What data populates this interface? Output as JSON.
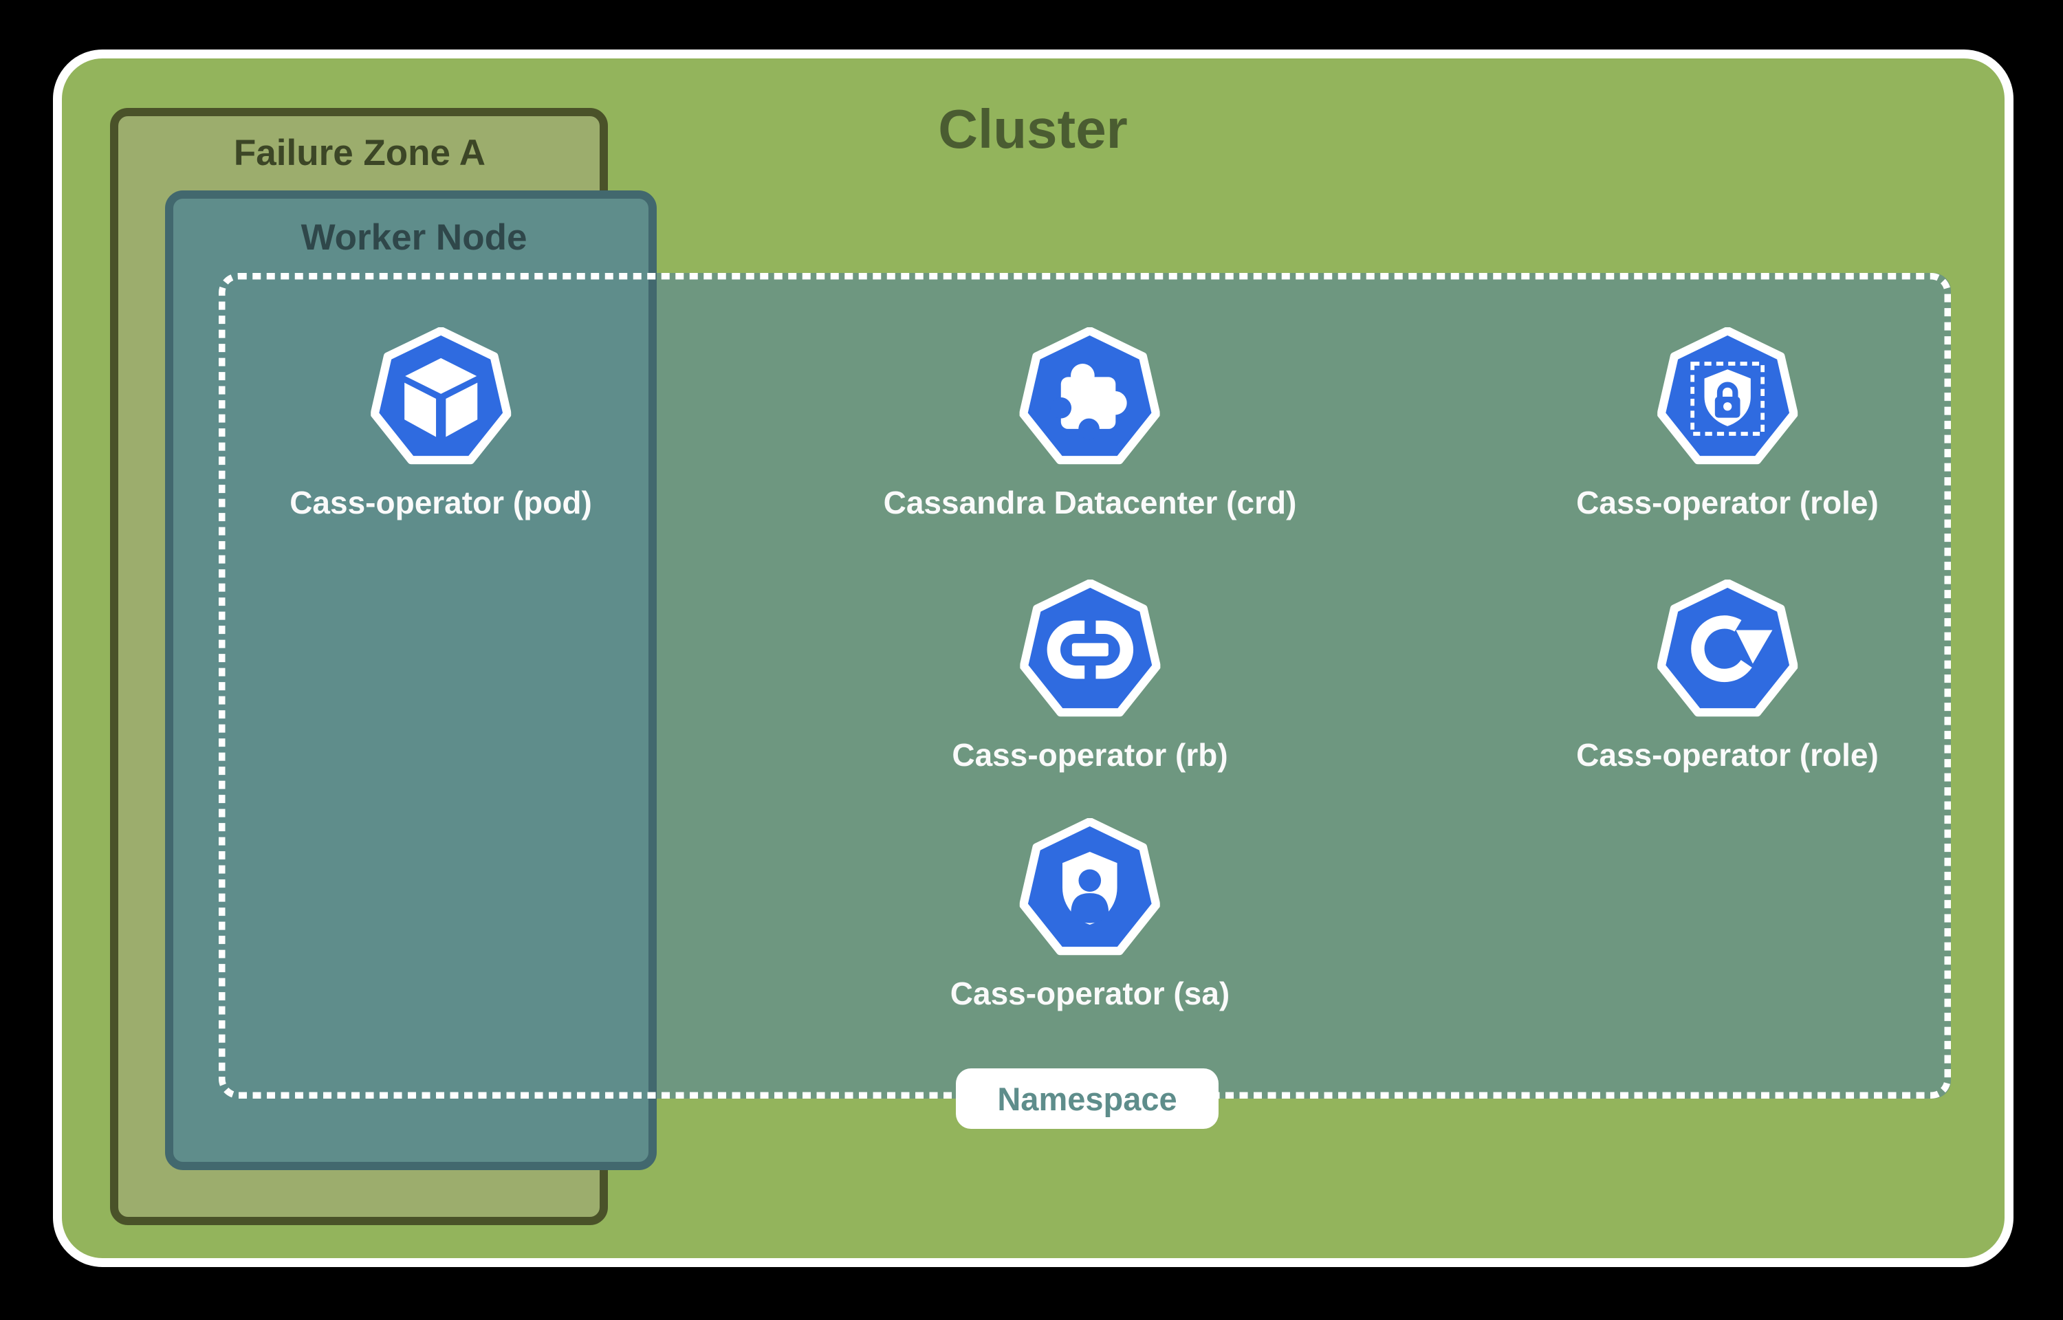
{
  "diagram": {
    "cluster_label": "Cluster",
    "failure_zone_label": "Failure Zone A",
    "worker_node_label": "Worker Node",
    "namespace_label": "Namespace"
  },
  "resources": [
    {
      "id": "pod",
      "label": "Cass-operator (pod)",
      "icon": "kubernetes-pod-cube-icon"
    },
    {
      "id": "crd",
      "label": "Cassandra Datacenter (crd)",
      "icon": "puzzle-piece-icon"
    },
    {
      "id": "role-1",
      "label": "Cass-operator (role)",
      "icon": "shield-lock-icon"
    },
    {
      "id": "rb",
      "label": "Cass-operator (rb)",
      "icon": "chain-link-icon"
    },
    {
      "id": "role-2",
      "label": "Cass-operator (role)",
      "icon": "rotate-arrow-icon"
    },
    {
      "id": "sa",
      "label": "Cass-operator (sa)",
      "icon": "shield-person-icon"
    }
  ],
  "colors": {
    "page_background": "#000000",
    "cluster_green": "#93B45C",
    "cluster_border": "#FFFFFF",
    "failure_zone_fill": "#9CAD6D",
    "failure_zone_border": "#4A5229",
    "worker_node_fill": "#5F8D8B",
    "worker_node_border": "#42686E",
    "namespace_fill": "#6E9780",
    "namespace_dash": "#FFFFFF",
    "kubernetes_blue": "#2F6BE0",
    "cluster_title_text": "#4A5C31",
    "failure_zone_text": "#3C4626",
    "worker_node_text": "#2F474A",
    "namespace_badge_text": "#5E8D8B",
    "resource_label_text": "#FAFAFA"
  }
}
